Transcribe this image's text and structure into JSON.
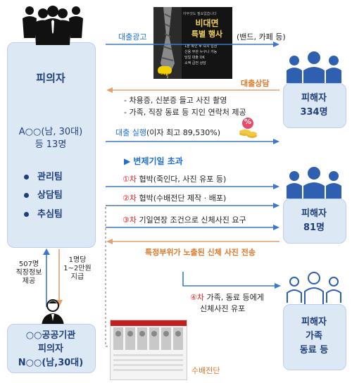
{
  "suspect": {
    "title": "피의자",
    "name": "A○○(남, 30대)",
    "count": "등 13명",
    "teams": [
      "관리팀",
      "상담팀",
      "추심팀"
    ]
  },
  "insider": {
    "line1": "○○공공기관",
    "line2": "피의자",
    "line3": "N○○(남,30대)"
  },
  "flow_left": {
    "up": [
      "507명",
      "직장정보",
      "제공"
    ],
    "down": [
      "1명당",
      "1~2만원",
      "지급"
    ]
  },
  "ad_poster": {
    "small": "아무것도 필요없습니다",
    "headline1": "비대면",
    "headline2": "특별 행사",
    "lines": [
      "1분 확인 후 즉시 입금",
      "신용 무관 누구나 가능",
      "당일 대출 OK",
      "소액 급전 상담"
    ],
    "badge": "TALK"
  },
  "steps": {
    "ad": "대출광고",
    "ad_channels": "(밴드, 카페 등)",
    "consult": "대출상담",
    "req1": "- 차용증, 신분증 들고 사진 촬영",
    "req2": "- 가족, 직장 동료 등 지인 연락처 제공",
    "loan_label": "대출 실행",
    "loan_rate": "(이자 최고 89,530%)",
    "percent_badge": "%",
    "overdue": "▶ 변제기일 초과",
    "s1_num": "①차",
    "s1_text": " 협박(죽인다, 사진 유포 등)",
    "s2_num": "②차",
    "s2_text": " 협박(수배전단 제작 · 배포)",
    "s3_num": "③차",
    "s3_text": " 기일연장 조건으로 신체사진 요구",
    "photo_send": "특정부위가 노출된 신체 사진 전송",
    "s4_num": "④차",
    "s4_text": " 가족, 동료 등에게",
    "s4_text2": "신체사진  유포",
    "wanted": "수배전단"
  },
  "victims": [
    {
      "label": "피해자",
      "count": "334명"
    },
    {
      "label": "피해자",
      "count": "81명"
    },
    {
      "label": "피해자",
      "count": "가족",
      "extra": "동료 등"
    }
  ],
  "colors": {
    "navy": "#1f3f7a",
    "blue": "#1f6fd1",
    "orange": "#e0782a",
    "red": "#e02020",
    "panel": "#dde8f5"
  }
}
